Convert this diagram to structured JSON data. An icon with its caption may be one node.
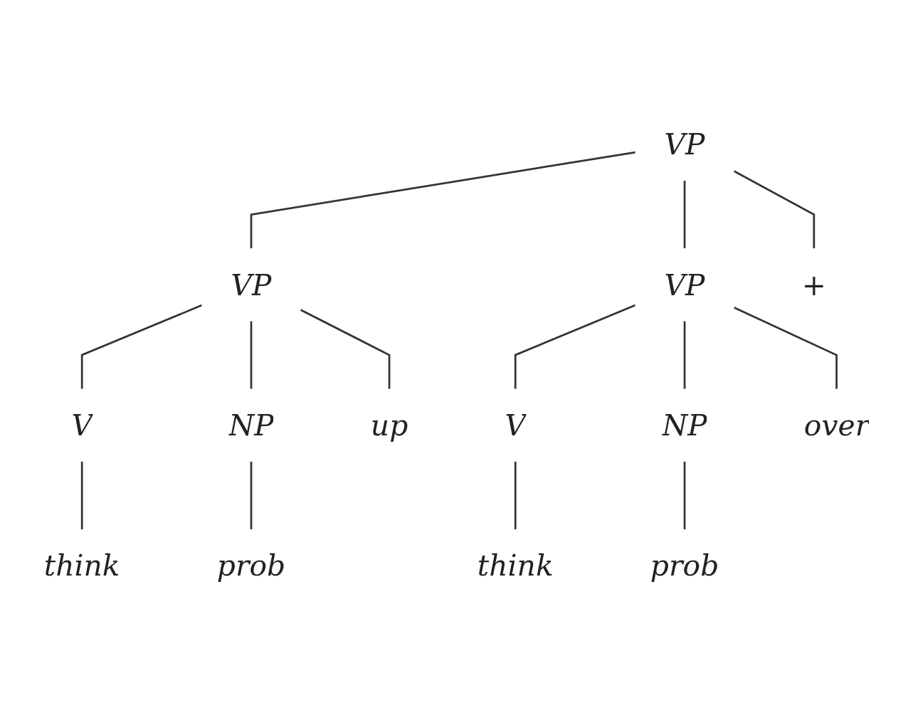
{
  "diagram": {
    "nodes": [
      {
        "text": [
          "VP"
        ]
      },
      {
        "text": [
          "VP"
        ]
      },
      {
        "text": [
          "VP"
        ]
      },
      {
        "text": [
          "+"
        ]
      },
      {
        "text": [
          "V"
        ]
      },
      {
        "text": [
          "NP"
        ]
      },
      {
        "text": [
          "up"
        ]
      },
      {
        "text": [
          "V"
        ]
      },
      {
        "text": [
          "NP"
        ]
      },
      {
        "text": [
          "over"
        ]
      },
      {
        "text": [
          "think"
        ]
      },
      {
        "text": [
          "prob"
        ]
      },
      {
        "text": [
          "think"
        ]
      },
      {
        "text": [
          "prob"
        ]
      }
    ],
    "edges": [
      {
        "from": 0,
        "to": 1,
        "arrow": "none"
      },
      {
        "from": 0,
        "to": 3,
        "arrow": "none"
      },
      {
        "from": 0,
        "to": 2,
        "arrow": "none"
      },
      {
        "from": 1,
        "to": 4,
        "arrow": "none"
      },
      {
        "from": 1,
        "to": 5,
        "arrow": "none"
      },
      {
        "from": 1,
        "to": 6,
        "arrow": "none"
      },
      {
        "from": 2,
        "to": 7,
        "arrow": "none"
      },
      {
        "from": 2,
        "to": 8,
        "arrow": "none"
      },
      {
        "from": 2,
        "to": 9,
        "arrow": "none"
      },
      {
        "from": 4,
        "to": 10,
        "arrow": "none"
      },
      {
        "from": 5,
        "to": 11,
        "arrow": "none"
      },
      {
        "from": 7,
        "to": 12,
        "arrow": "none"
      },
      {
        "from": 8,
        "to": 13,
        "arrow": "none"
      }
    ]
  }
}
